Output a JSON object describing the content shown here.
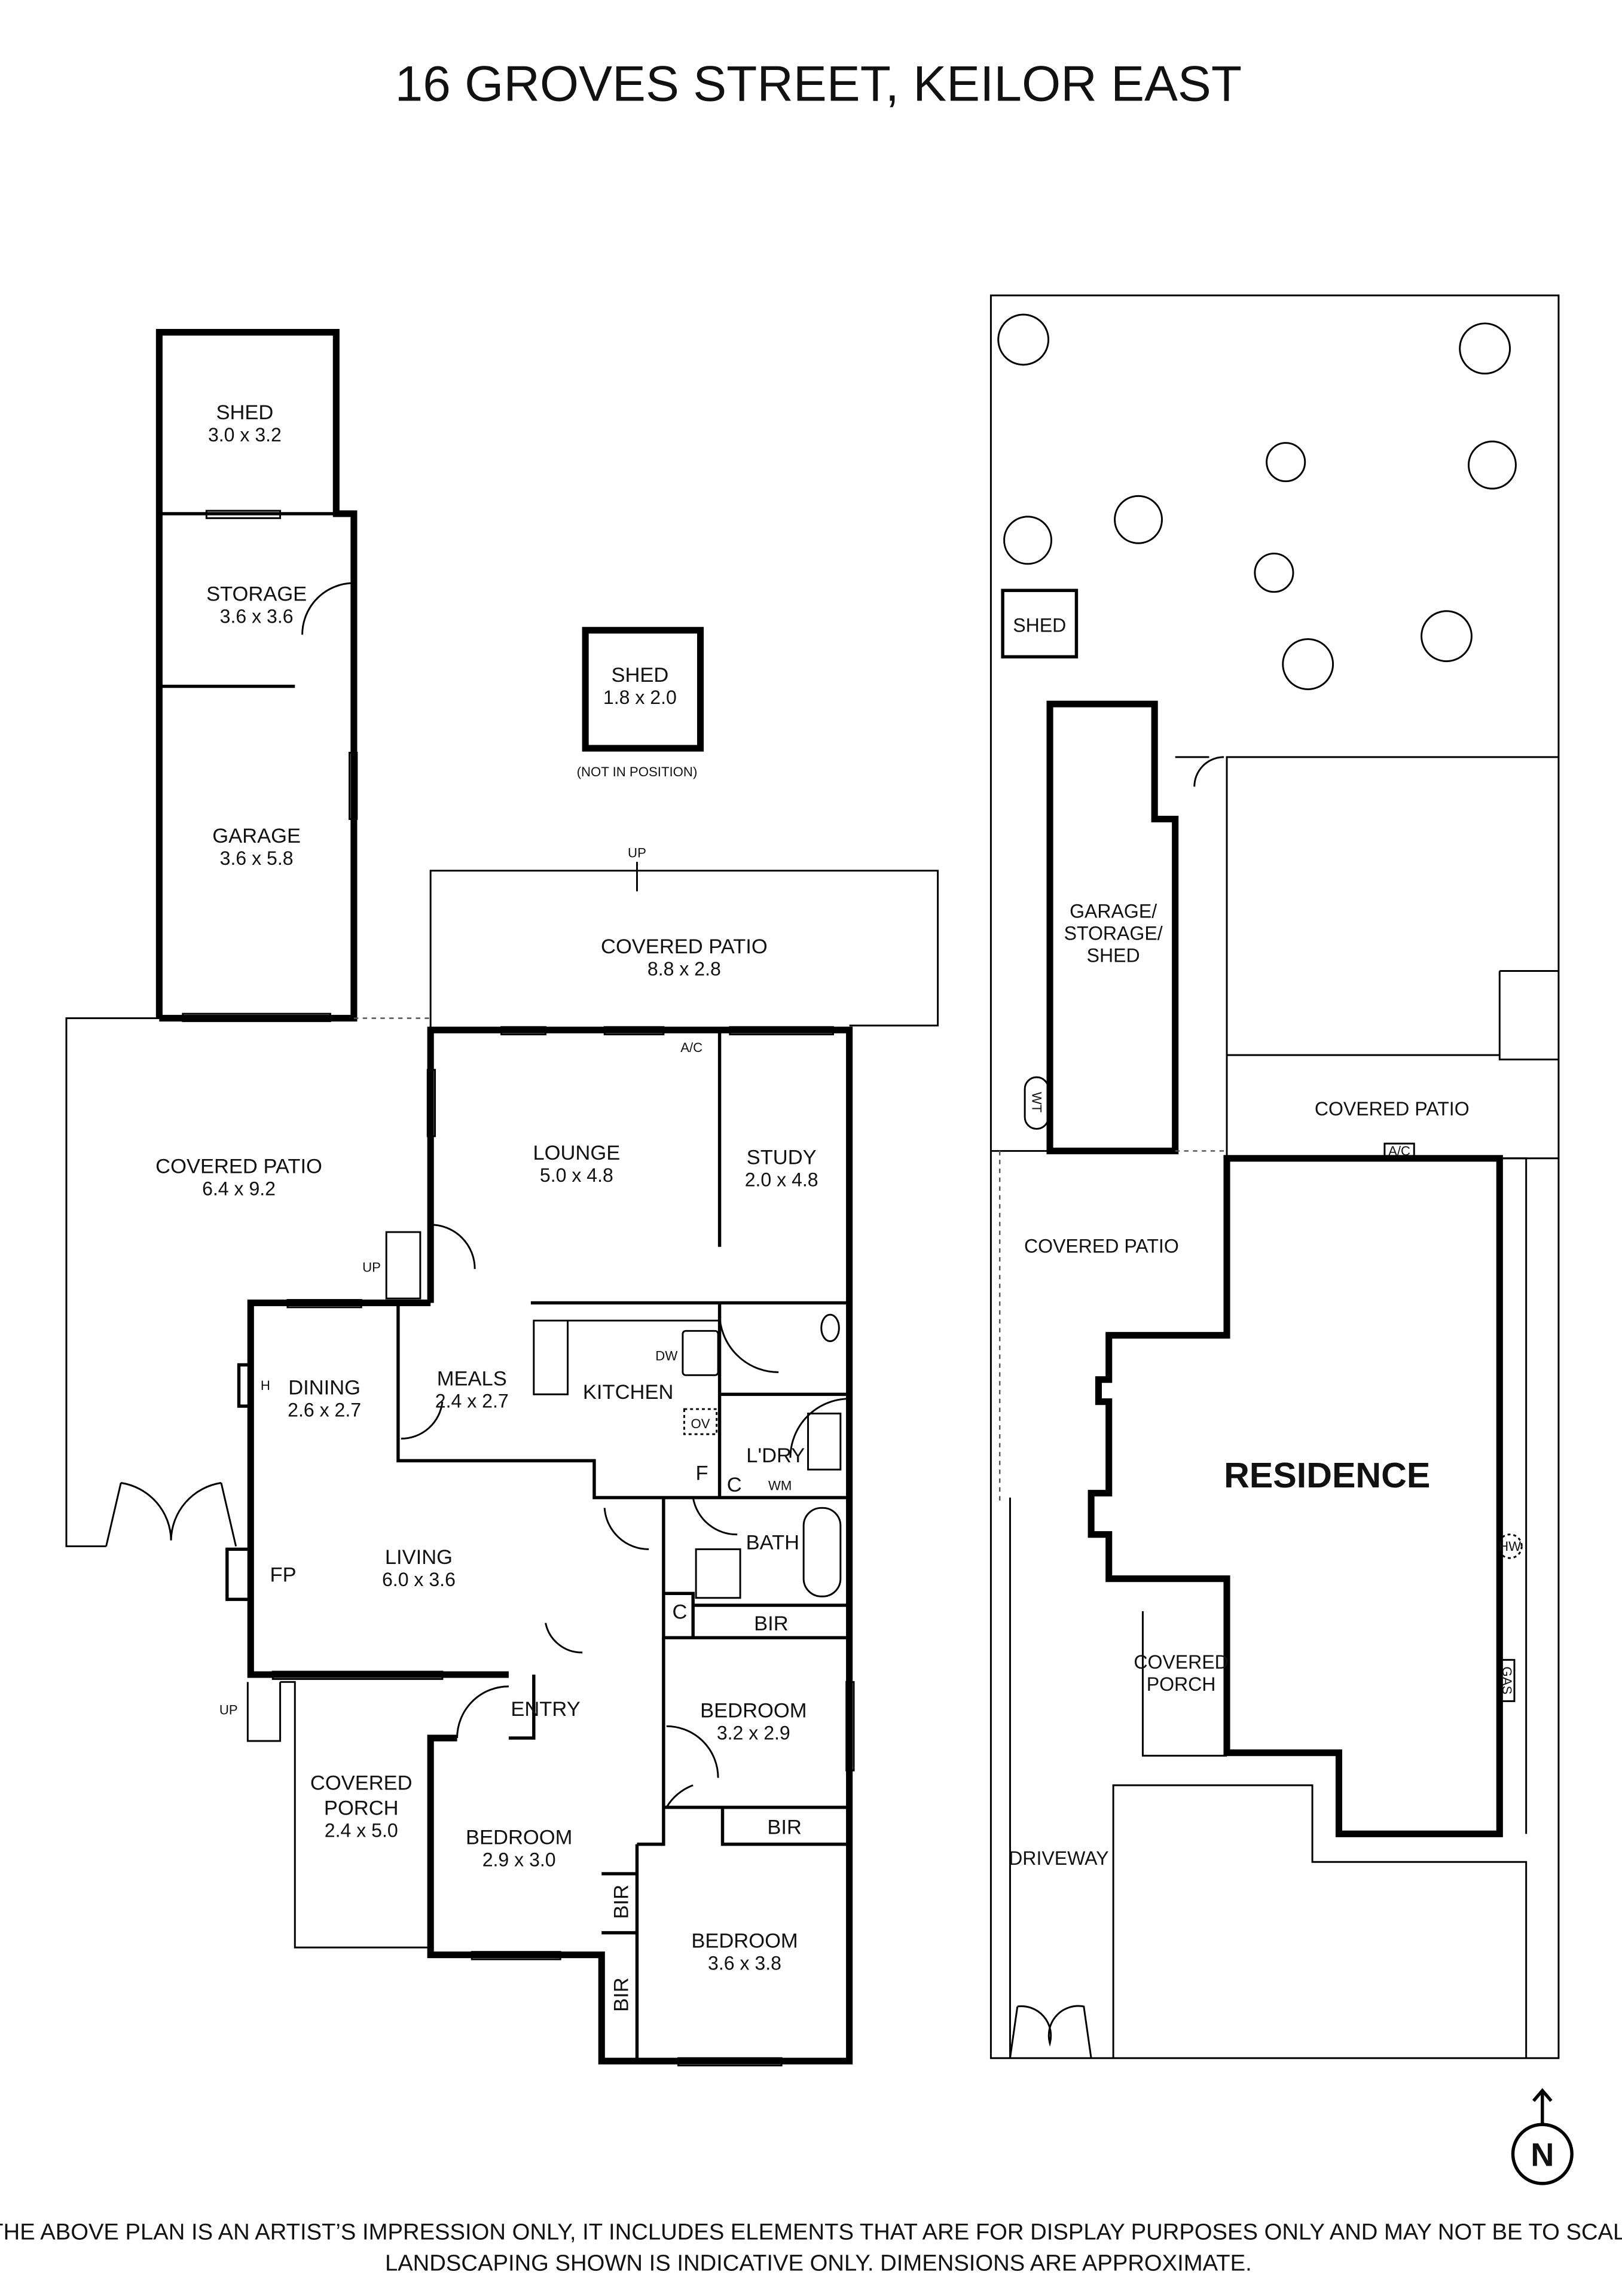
{
  "title": "16 GROVES STREET, KEILOR EAST",
  "floor_plan": {
    "shed_main": {
      "name": "SHED",
      "dims": "3.0 x 3.2"
    },
    "storage": {
      "name": "STORAGE",
      "dims": "3.6 x 3.6"
    },
    "garage": {
      "name": "GARAGE",
      "dims": "3.6 x 5.8"
    },
    "shed_small": {
      "name": "SHED",
      "dims": "1.8 x 2.0",
      "note": "(NOT IN POSITION)"
    },
    "covered_patio_north": {
      "name": "COVERED PATIO",
      "dims": "8.8 x 2.8"
    },
    "covered_patio_west": {
      "name": "COVERED PATIO",
      "dims": "6.4 x 9.2"
    },
    "lounge": {
      "name": "LOUNGE",
      "dims": "5.0 x 4.8"
    },
    "study": {
      "name": "STUDY",
      "dims": "2.0 x 4.8"
    },
    "dining": {
      "name": "DINING",
      "dims": "2.6 x 2.7"
    },
    "meals": {
      "name": "MEALS",
      "dims": "2.4 x 2.7"
    },
    "kitchen": {
      "name": "KITCHEN"
    },
    "laundry": {
      "name": "L'DRY"
    },
    "bath": {
      "name": "BATH"
    },
    "living": {
      "name": "LIVING",
      "dims": "6.0 x 3.6"
    },
    "entry": {
      "name": "ENTRY"
    },
    "covered_porch": {
      "name": "COVERED",
      "name2": "PORCH",
      "dims": "2.4 x 5.0"
    },
    "bedroom_1": {
      "name": "BEDROOM",
      "dims": "3.2 x 2.9"
    },
    "bedroom_2": {
      "name": "BEDROOM",
      "dims": "2.9 x 3.0"
    },
    "bedroom_3": {
      "name": "BEDROOM",
      "dims": "3.6 x 3.8"
    },
    "labels": {
      "up": "UP",
      "ac": "A/C",
      "dw": "DW",
      "ov": "OV",
      "f": "F",
      "wm": "WM",
      "c": "C",
      "bir": "BIR",
      "fp": "FP",
      "h": "H"
    }
  },
  "site_plan": {
    "shed": "SHED",
    "garage": [
      "GARAGE/",
      "STORAGE/",
      "SHED"
    ],
    "wt": "WT",
    "covered_patio_north": "COVERED PATIO",
    "covered_patio_west": "COVERED PATIO",
    "ac": "A/C",
    "residence": "RESIDENCE",
    "covered_porch": [
      "COVERED",
      "PORCH"
    ],
    "driveway": "DRIVEWAY",
    "hw": "HW",
    "gas": "GAS",
    "north": "N"
  },
  "disclaimer": [
    "THE ABOVE PLAN IS AN ARTIST’S IMPRESSION ONLY, IT INCLUDES ELEMENTS THAT ARE FOR DISPLAY PURPOSES ONLY AND MAY NOT BE TO SCALE.",
    "LANDSCAPING SHOWN IS INDICATIVE ONLY. DIMENSIONS ARE APPROXIMATE."
  ]
}
